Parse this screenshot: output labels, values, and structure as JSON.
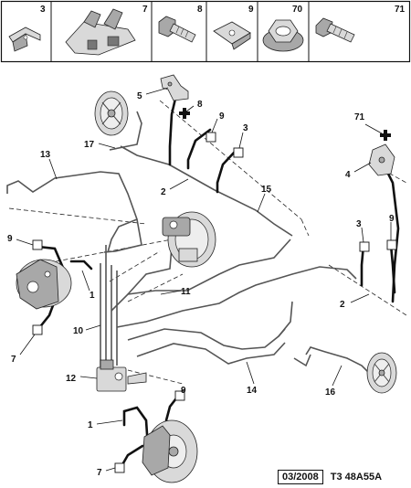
{
  "callout_parts": [
    {
      "number": "3",
      "icon": "clip-icon"
    },
    {
      "number": "7",
      "icon": "bracket-clip-icon"
    },
    {
      "number": "8",
      "icon": "bolt-icon"
    },
    {
      "number": "9",
      "icon": "spring-clip-icon"
    },
    {
      "number": "70",
      "icon": "flange-nut-icon"
    },
    {
      "number": "71",
      "icon": "screw-icon"
    }
  ],
  "part_labels": {
    "p1a": "1",
    "p1b": "1",
    "p2a": "2",
    "p2b": "2",
    "p3a": "3",
    "p3b": "3",
    "p4": "4",
    "p5": "5",
    "p7a": "7",
    "p7b": "7",
    "p8": "8",
    "p9a": "9",
    "p9b": "9",
    "p9c": "9",
    "p9d": "9",
    "p10": "10",
    "p11": "11",
    "p12": "12",
    "p13": "13",
    "p14": "14",
    "p15": "15",
    "p16": "16",
    "p17": "17",
    "p71": "71"
  },
  "footer": {
    "date": "03/2008",
    "reference": "T3 48A55A"
  }
}
